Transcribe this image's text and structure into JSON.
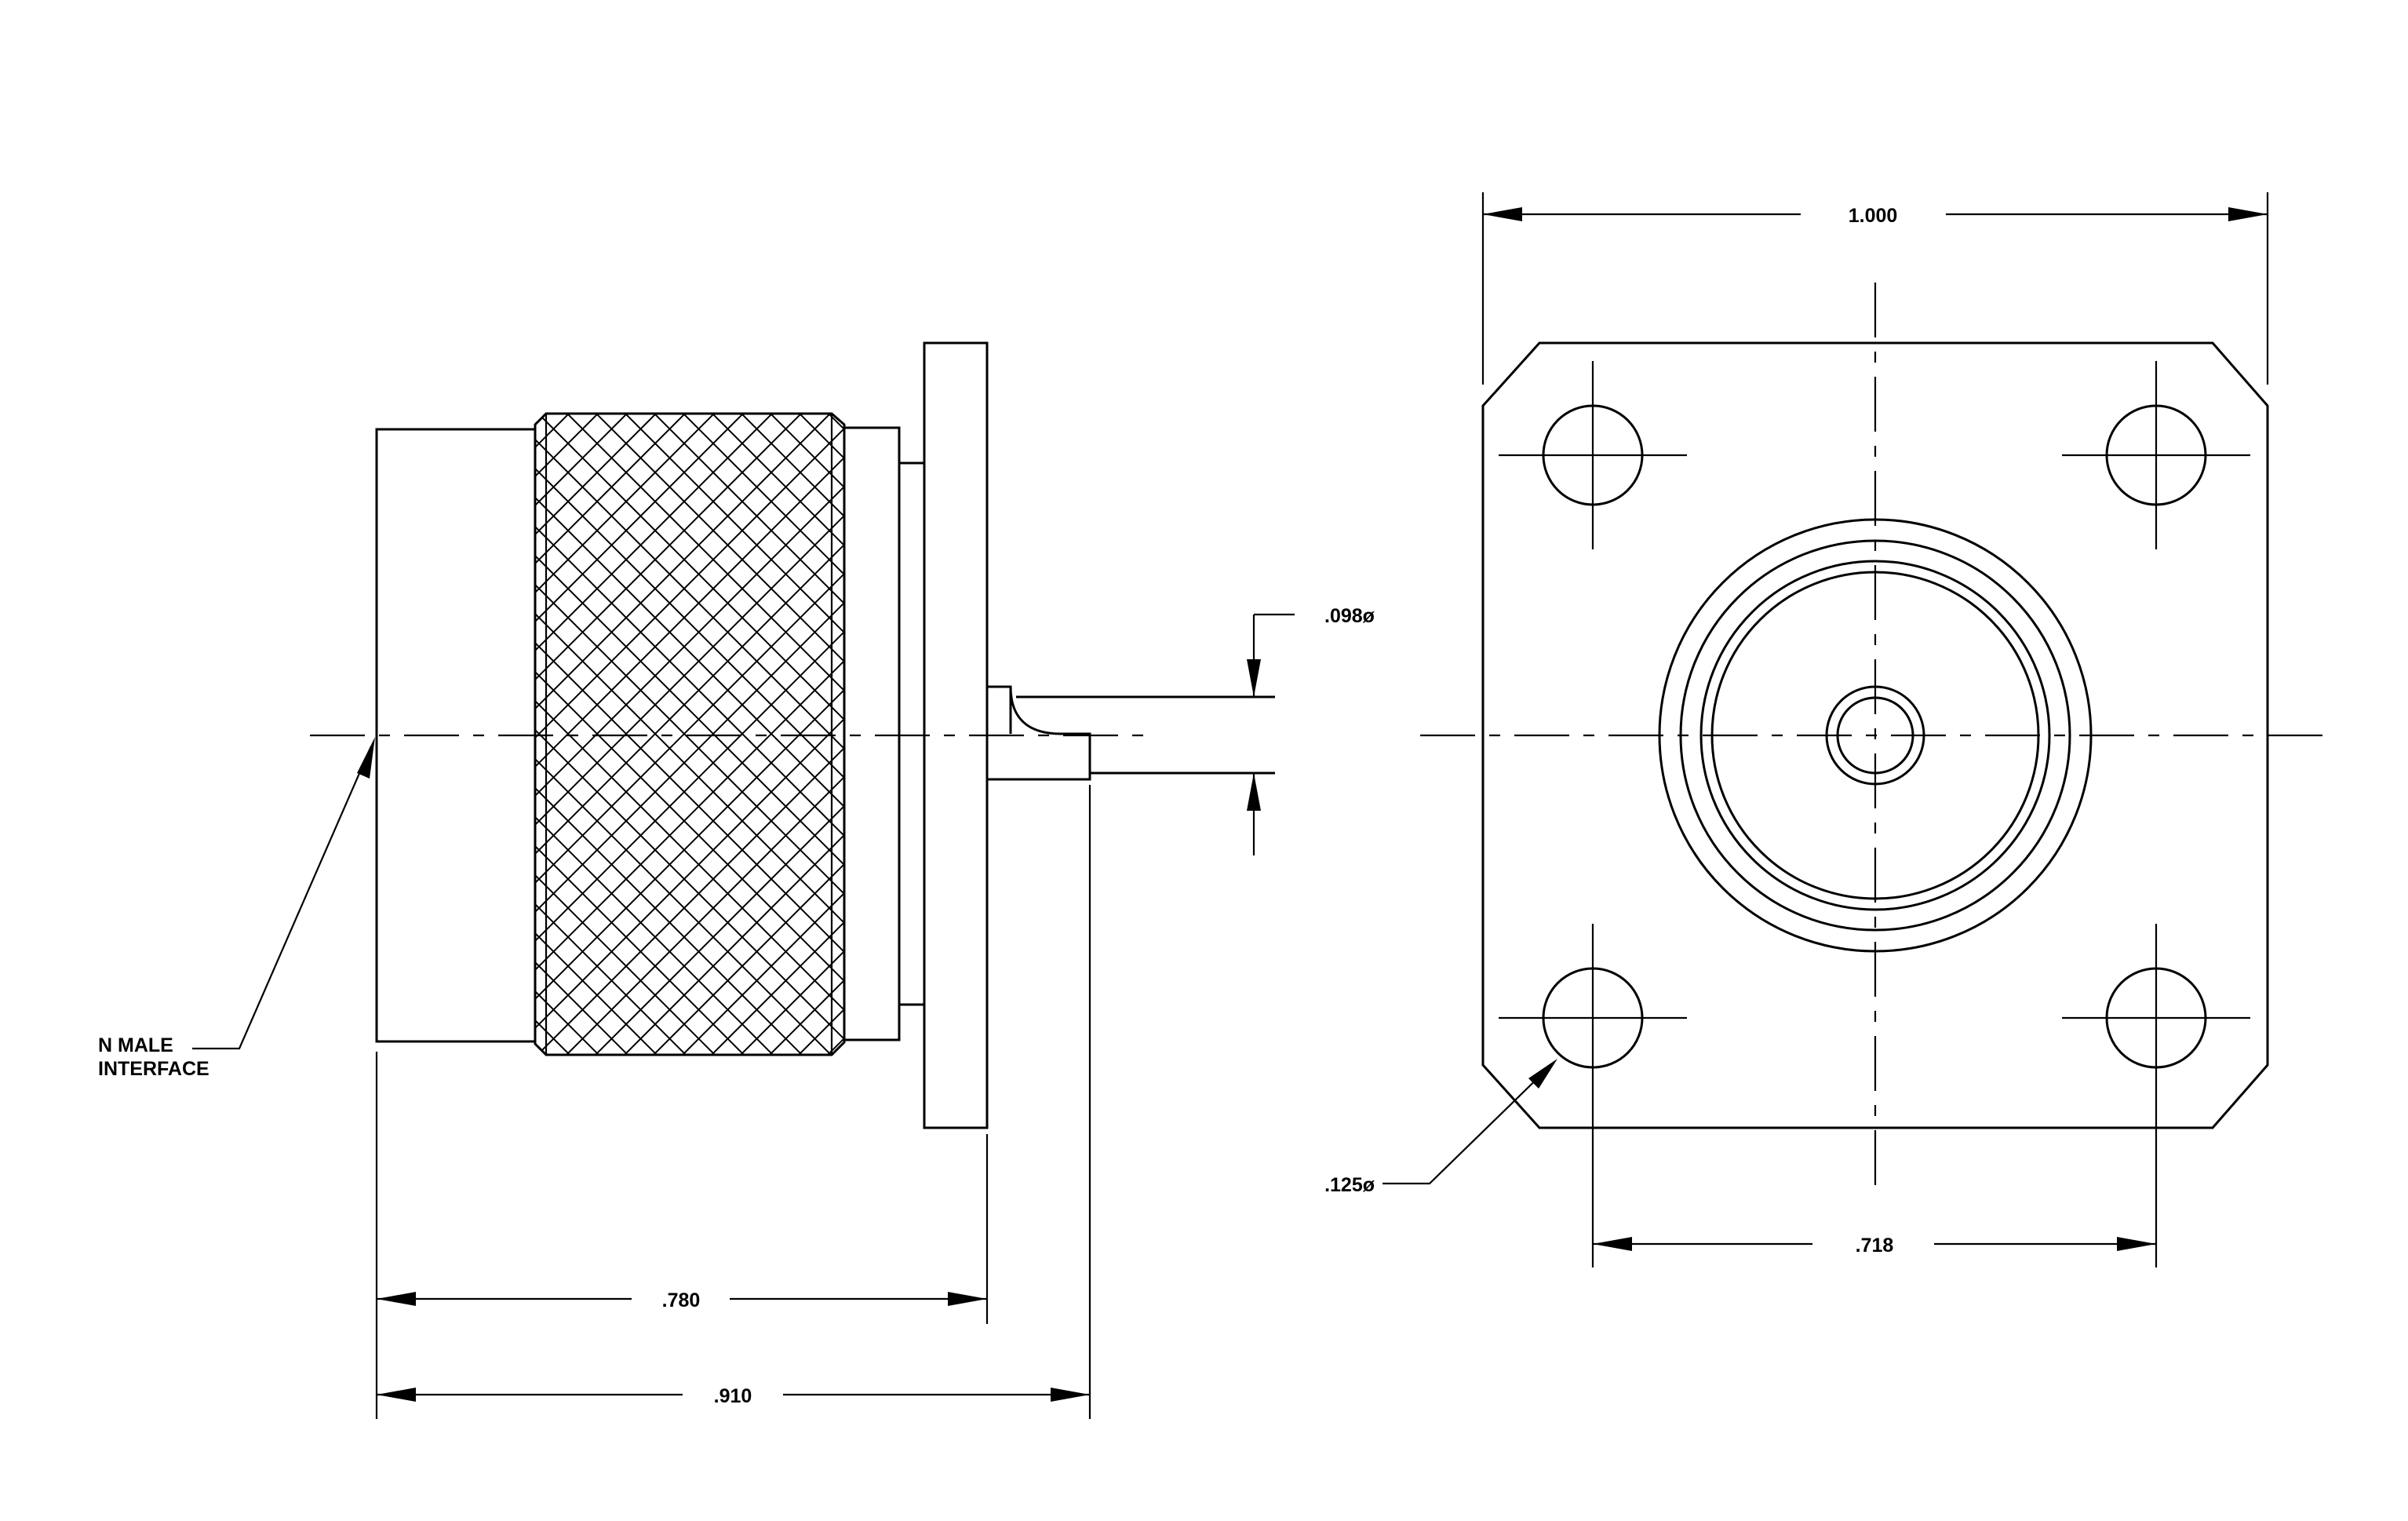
{
  "drawing": {
    "side_view": {
      "interface_label_line1": "N MALE",
      "interface_label_line2": "INTERFACE",
      "pin_diameter": ".098ø",
      "flange_length": ".780",
      "overall_length": ".910"
    },
    "front_view": {
      "flange_width": "1.000",
      "hole_spacing": ".718",
      "hole_diameter": ".125ø"
    }
  }
}
